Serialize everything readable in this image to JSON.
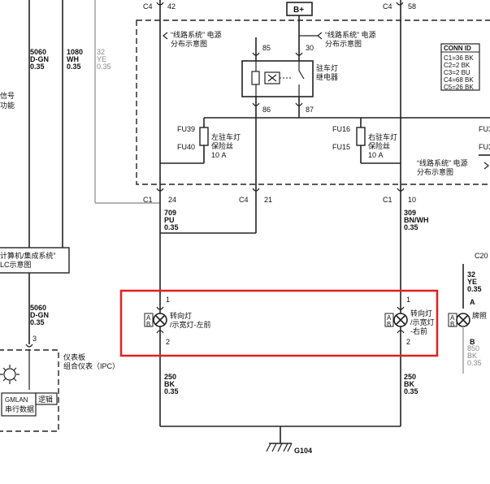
{
  "top_connectors": [
    {
      "conn": "C4",
      "pin": "42"
    },
    {
      "conn": "C4",
      "pin": "58"
    }
  ],
  "power_label": "B+",
  "left_wires": [
    {
      "circuit": "5060",
      "color": "D-GN",
      "size": "0.35"
    },
    {
      "circuit": "1080",
      "color": "WH",
      "size": "0.35"
    },
    {
      "circuit": "32",
      "color": "YE",
      "size": "0.35"
    }
  ],
  "left_edge_text": [
    "信号",
    "功能"
  ],
  "ref_power_left": "“线路系统” 电源\n分布示意图",
  "ref_power_center": "“线路系统” 电源\n分布示意图",
  "ref_power_right": "“线路系统” 电源\n分布示意图",
  "relay": {
    "label": "驻车灯\n继电器",
    "pins": [
      "85",
      "30",
      "86",
      "87"
    ]
  },
  "conn_id": {
    "title": "CONN ID",
    "rows": [
      "C1=36 BK",
      "C2=2 BK",
      "C3=2 BU",
      "C4=68 BK",
      "C5=26 BK"
    ]
  },
  "fuse_left": {
    "top": "FU39",
    "bottom": "FU40",
    "label": "左驻车灯\n保险丝\n10 A"
  },
  "fuse_right": {
    "top": "FU16",
    "bottom": "FU15",
    "label": "右驻车灯\n保险丝\n10 A"
  },
  "right_edge_fuses": [
    "FU3",
    "FU3"
  ],
  "bottom_connectors": [
    {
      "conn": "C1",
      "pin": "24"
    },
    {
      "conn": "C4",
      "pin": "21"
    },
    {
      "conn": "C1",
      "pin": "10"
    }
  ],
  "wire_709": {
    "circuit": "709",
    "color": "PU",
    "size": "0.35"
  },
  "wire_309": {
    "circuit": "309",
    "color": "BN/WH",
    "size": "0.35"
  },
  "ref_computer": "计算机/集成系统”\nLC示意图",
  "wire_5060_lower": {
    "circuit": "5060",
    "color": "D-GN",
    "size": "0.35"
  },
  "cluster_pin": "3",
  "cluster": {
    "label": "仪表板\n组合仪表（IPC）",
    "gmlan": "GMLAN",
    "serial": "串行数据",
    "logic": "逻辑"
  },
  "lamp_left": {
    "pin_top": "1",
    "pin_bottom": "2",
    "label": "转向灯\n/示宽灯-左前"
  },
  "lamp_right": {
    "pin_top": "1",
    "pin_bottom": "2",
    "label": "转向灯\n/示宽灯\n-右前"
  },
  "lamp_ab": [
    "A",
    "B"
  ],
  "ground_wires": [
    {
      "circuit": "250",
      "color": "BK",
      "size": "0.35"
    },
    {
      "circuit": "250",
      "color": "BK",
      "size": "0.35"
    }
  ],
  "ground_label": "G104",
  "plate_lamp": {
    "conn": "C20",
    "wire_top": {
      "circuit": "32",
      "color": "YE",
      "size": "0.35"
    },
    "pin_a": "A",
    "pin_b": "B",
    "label": "牌照",
    "wire_bottom": {
      "circuit": "850",
      "color": "BK",
      "size": "0.35"
    }
  },
  "colors": {
    "highlight": "#e02020",
    "ink": "#222222",
    "faded": "#888888"
  }
}
